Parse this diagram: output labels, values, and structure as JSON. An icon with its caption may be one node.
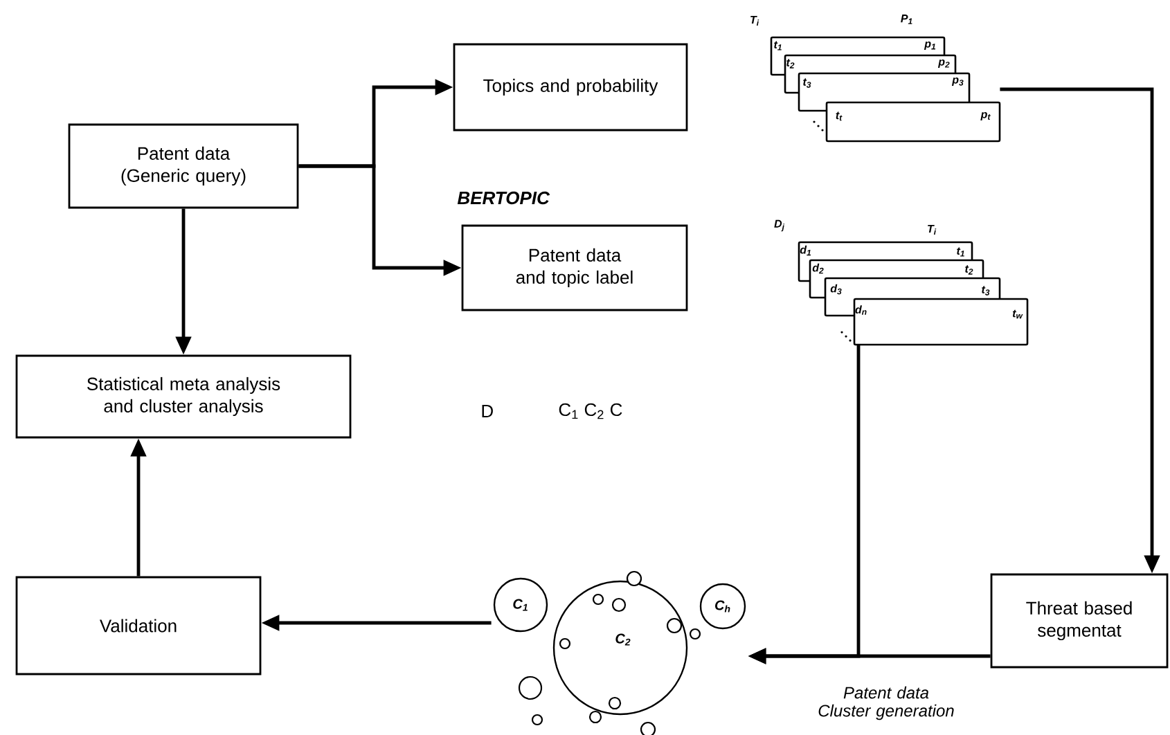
{
  "diagram": {
    "nodes": [
      {
        "text": [
          "Patent data (Generic query)"
        ]
      },
      {
        "text": [
          "Topics and probability"
        ]
      },
      {
        "text": [
          "Patent data and topic label"
        ]
      },
      {
        "text": [
          "Statistical meta analysis and cluster analysis"
        ]
      },
      {
        "text": [
          "Validation"
        ]
      },
      {
        "text": [
          "Threat based segmentat"
        ]
      },
      {
        "text": [
          "T$_{i}$",
          "P$_{1}$",
          "t$_{1}$",
          "p$_{1}$",
          "t$_{2}$",
          "p$_{2}$",
          "t$_{3}$",
          "p$_{3}$",
          "t$_{t}$",
          "p$_{t}$"
        ]
      },
      {
        "text": [
          "D$_{j}$",
          "T$_{i}$",
          "d$_{1}$",
          "t$_{1}$",
          "d$_{2}$",
          "t$_{2}$",
          "d$_{3}$",
          "t$_{3}$",
          "d$_{n}$",
          "t$_{w}$"
        ]
      },
      {
        "text": [
          "C$_{1}$",
          "C$_{2}$",
          "C$_{h}$"
        ]
      }
    ],
    "edges": [
      {
        "from": 0,
        "to": 1,
        "arrow": "to"
      },
      {
        "from": 0,
        "to": 2,
        "arrow": "to"
      },
      {
        "from": 0,
        "to": 3,
        "arrow": "to"
      },
      {
        "from": 6,
        "to": 5,
        "arrow": "to"
      },
      {
        "from": 7,
        "to": 8,
        "arrow": "to"
      },
      {
        "from": 5,
        "to": 8,
        "arrow": "to",
        "label": "Patent data Cluster generation"
      },
      {
        "from": 8,
        "to": 4,
        "arrow": "to"
      },
      {
        "from": 4,
        "to": 3,
        "arrow": "to"
      }
    ],
    "labels": [
      "BERTOPIC",
      "D",
      "C$_{1}$ C$_{2}$ C"
    ]
  }
}
